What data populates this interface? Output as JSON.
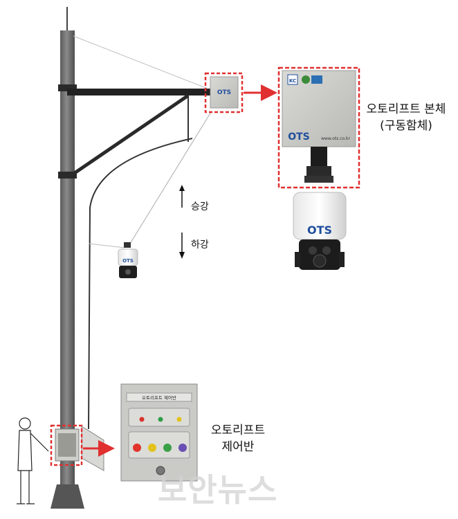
{
  "labels": {
    "body_line1": "오토리프트 본체",
    "body_line2": "(구동함체)",
    "control_line1": "오토리프트",
    "control_line2": "제어반",
    "up": "승강",
    "down": "하강"
  },
  "brand": {
    "logo_text": "OTS",
    "url_text": "www.ots.co.kr",
    "kc_mark": "KC"
  },
  "control_panel": {
    "title": "오토리프트 제어반",
    "button_colors": [
      "#e0342c",
      "#e2c21c",
      "#3aa047",
      "#6a4fb3"
    ],
    "lamp_colors": [
      "#d9342b",
      "#2f9e48",
      "#e2c21c"
    ]
  },
  "watermark": "보안뉴스",
  "colors": {
    "highlight": "#e03030",
    "pole": "#6f6f6f",
    "arrow": "#e03030"
  }
}
